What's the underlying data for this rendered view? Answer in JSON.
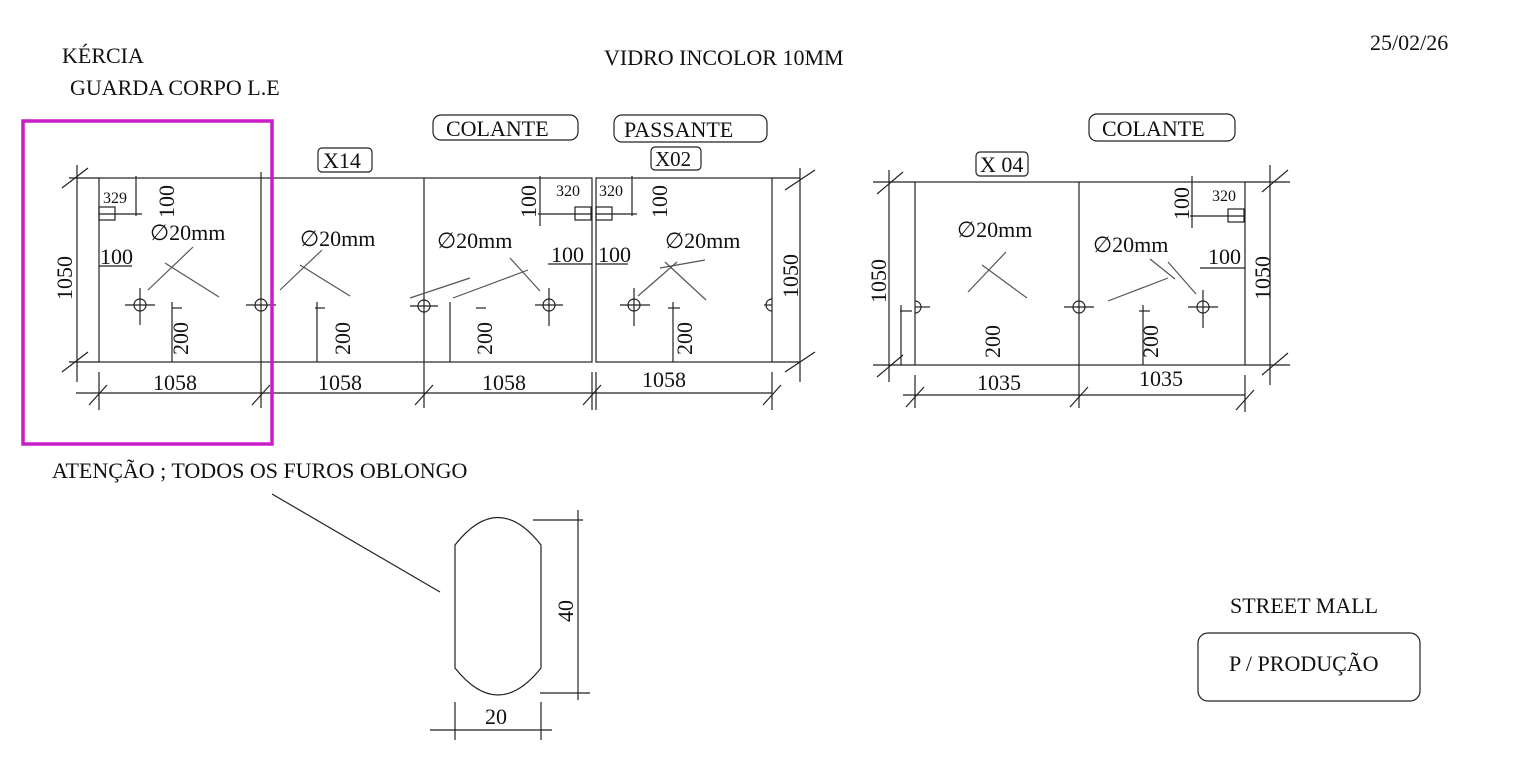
{
  "header": {
    "client": "KÉRCIA",
    "project": "GUARDA CORPO  L.E",
    "material": "VIDRO INCOLOR 10MM",
    "date": "25/02/26"
  },
  "tags": {
    "colante_1": "COLANTE",
    "passante": "PASSANTE",
    "colante_2": "COLANTE",
    "qty_x14": "X14",
    "qty_x02": "X02",
    "qty_x04": "X 04"
  },
  "dimensions": {
    "height": "1050",
    "width_1058": "1058",
    "width_1035": "1035",
    "hole": "∅20mm",
    "offset_329": "329",
    "offset_320": "320",
    "offset_100": "100",
    "offset_200": "200"
  },
  "note": {
    "text": "ATENÇÃO ; TODOS OS FUROS    OBLONGO",
    "oblong_height": "40",
    "oblong_width": "20"
  },
  "footer": {
    "site": "STREET MALL",
    "stamp": "P / PRODUÇÃO"
  },
  "colors": {
    "highlight": "#c81ec8"
  }
}
